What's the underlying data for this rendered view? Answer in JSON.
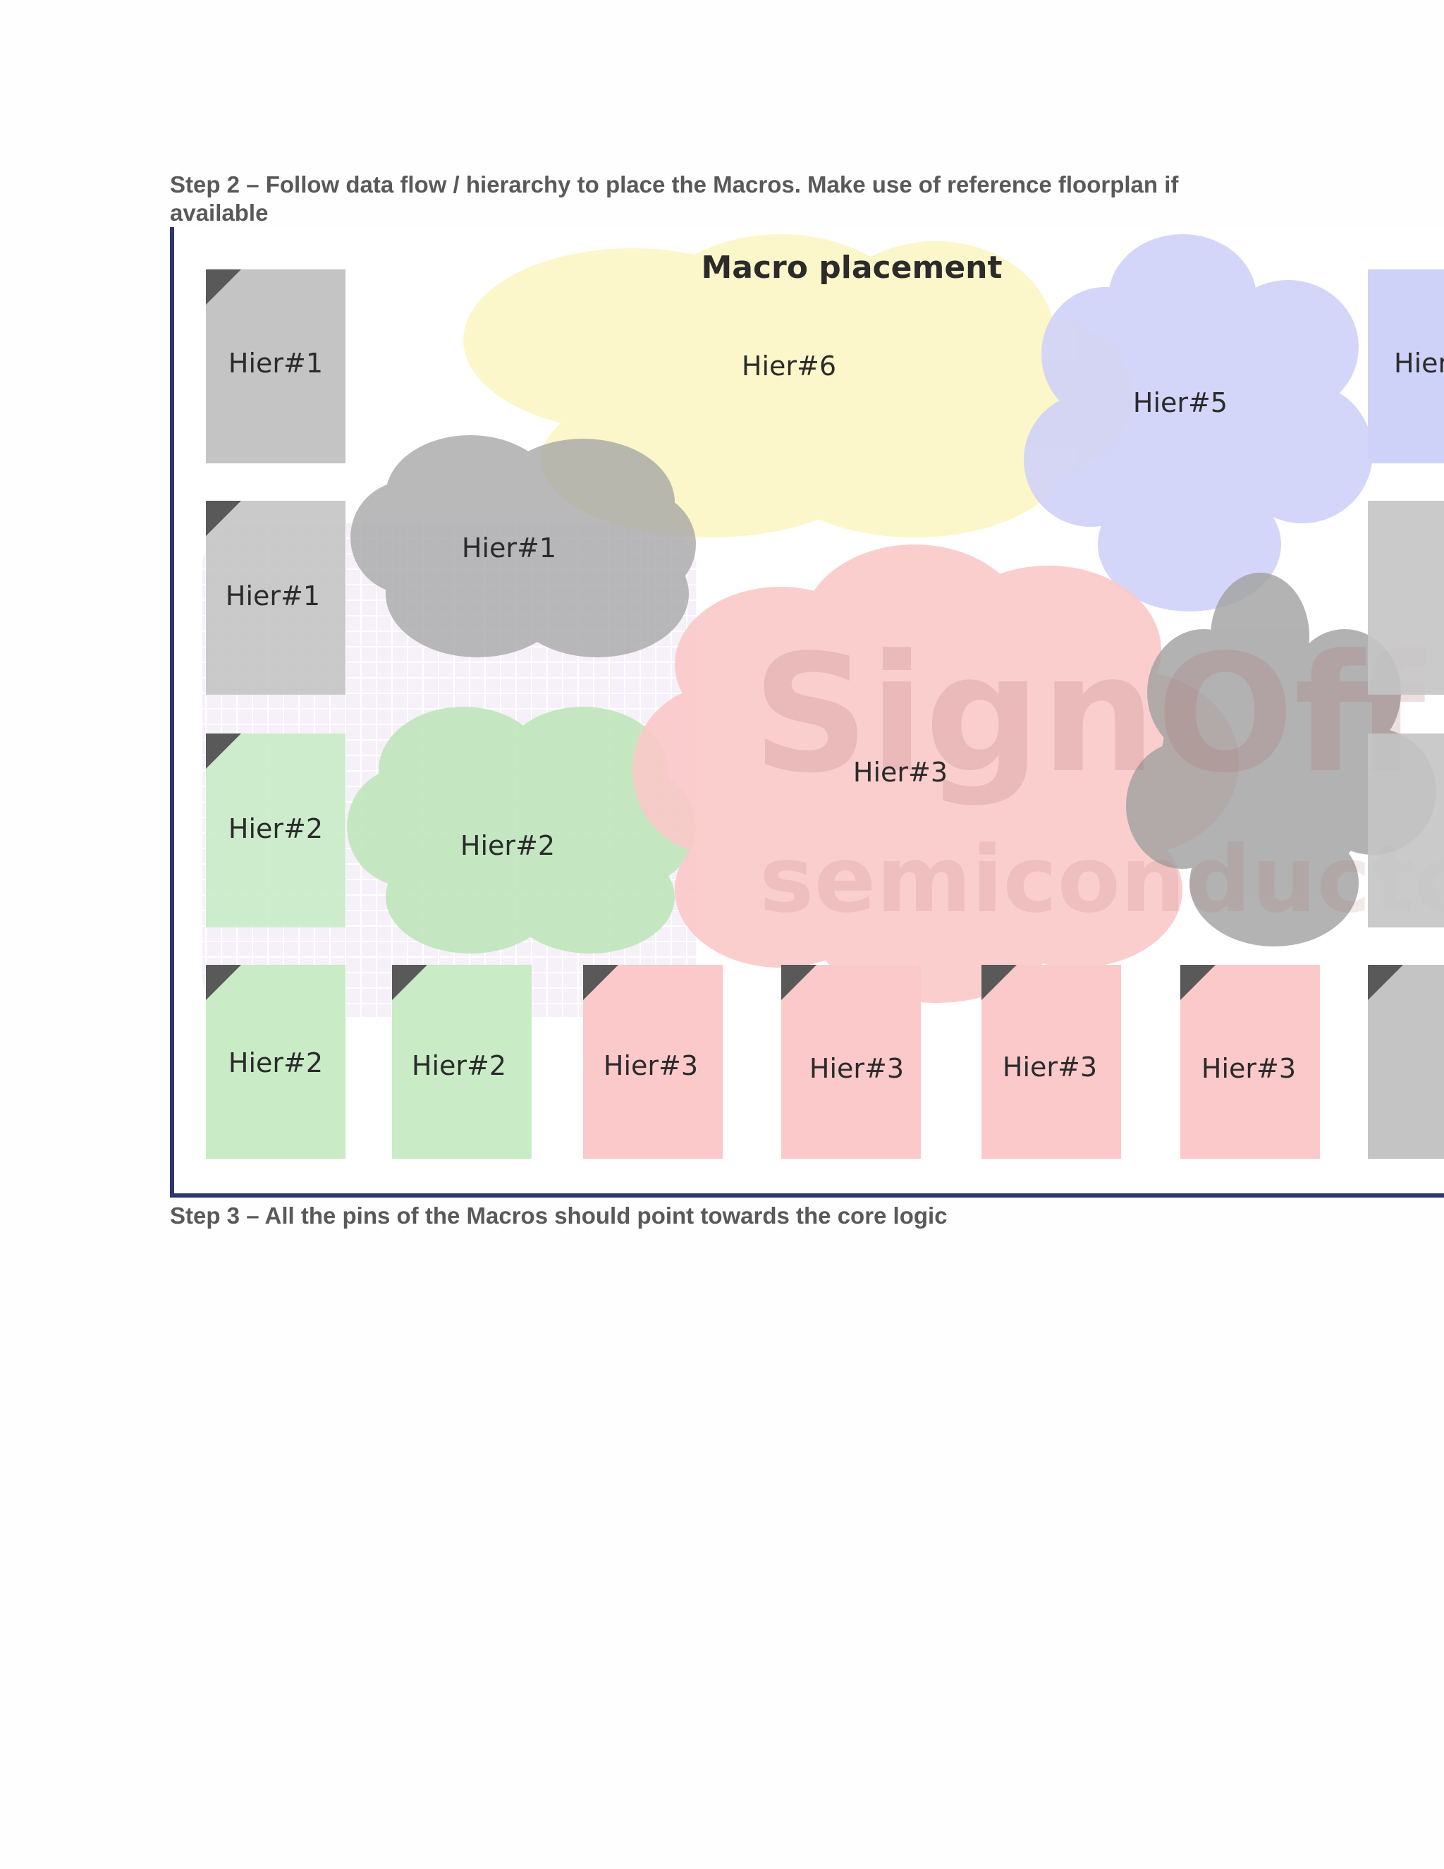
{
  "step2": "Step 2 – Follow data flow / hierarchy to place the Macros. Make use of reference floorplan if available",
  "step3": "Step 3 – All the pins of the Macros should point towards the core logic",
  "figure": {
    "title": "Macro placement",
    "watermark": {
      "brand": "SignOff",
      "sub": "semiconductors"
    },
    "colors": {
      "hier1": "#c4c4c4",
      "hier2": "#c9ebc6",
      "hier3": "#fbc9c9",
      "hier5": "#cfd2f8",
      "hier6": "#fbf7c8",
      "gray": "#a0a0a0"
    },
    "macros": [
      {
        "label": "Hier#1"
      },
      {
        "label": "Hier#1"
      },
      {
        "label": "Hier#2"
      },
      {
        "label": "Hier#2"
      },
      {
        "label": "Hier#2"
      },
      {
        "label": "Hier#3"
      },
      {
        "label": "Hier#3"
      },
      {
        "label": "Hier#3"
      },
      {
        "label": "Hier#3"
      },
      {
        "label": "Hier"
      }
    ],
    "clusters": [
      {
        "label": "Hier#6"
      },
      {
        "label": "Hier#5"
      },
      {
        "label": "Hier#1"
      },
      {
        "label": "Hier#2"
      },
      {
        "label": "Hier#3"
      }
    ]
  }
}
